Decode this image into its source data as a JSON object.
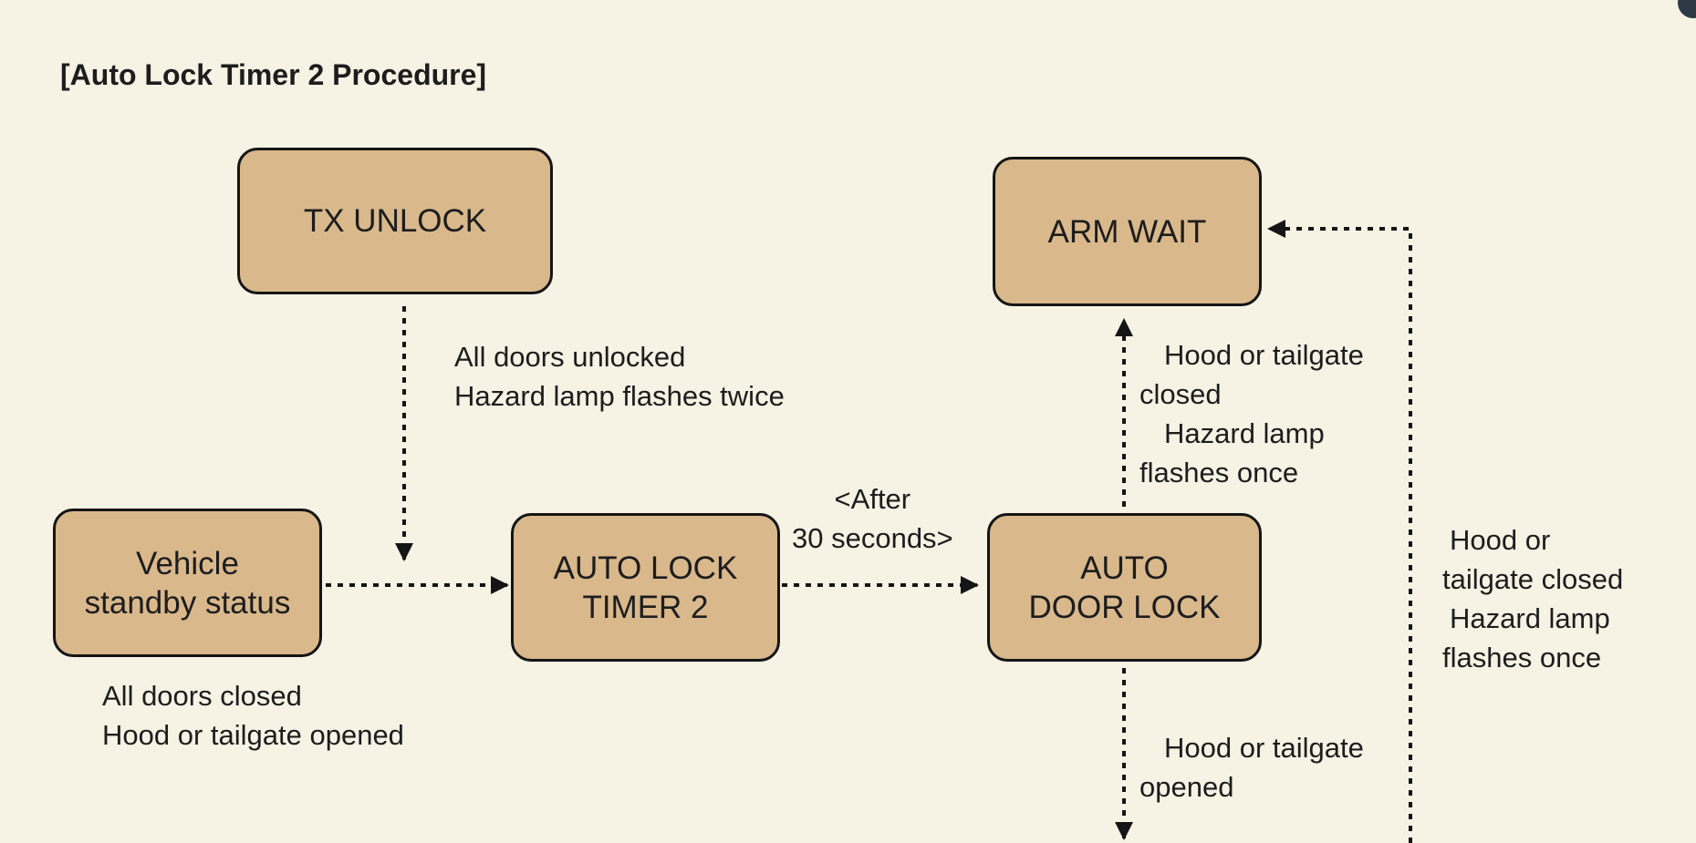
{
  "title": "[Auto Lock Timer 2 Procedure]",
  "nodes": {
    "tx_unlock": "TX UNLOCK",
    "arm_wait": "ARM WAIT",
    "vehicle_standby": [
      "Vehicle",
      "standby status"
    ],
    "auto_lock_timer": [
      "AUTO LOCK",
      "TIMER 2"
    ],
    "auto_door_lock": [
      "AUTO",
      "DOOR LOCK"
    ]
  },
  "labels": {
    "tx_unlock": [
      "All doors unlocked",
      "Hazard lamp flashes twice"
    ],
    "after_30s": [
      "<After",
      "30 seconds>"
    ],
    "standby_condition": [
      "All doors closed",
      "Hood or tailgate opened"
    ],
    "to_arm_wait": [
      "Hood or tailgate",
      "closed",
      "Hazard lamp",
      "flashes once"
    ],
    "return_right": [
      "Hood or",
      "tailgate closed",
      "Hazard lamp",
      "flashes once"
    ],
    "down": [
      "Hood or tailgate",
      "opened"
    ]
  },
  "colors": {
    "background": "#f6f2e4",
    "box_fill": "#d9b88c",
    "stroke": "#151515"
  }
}
